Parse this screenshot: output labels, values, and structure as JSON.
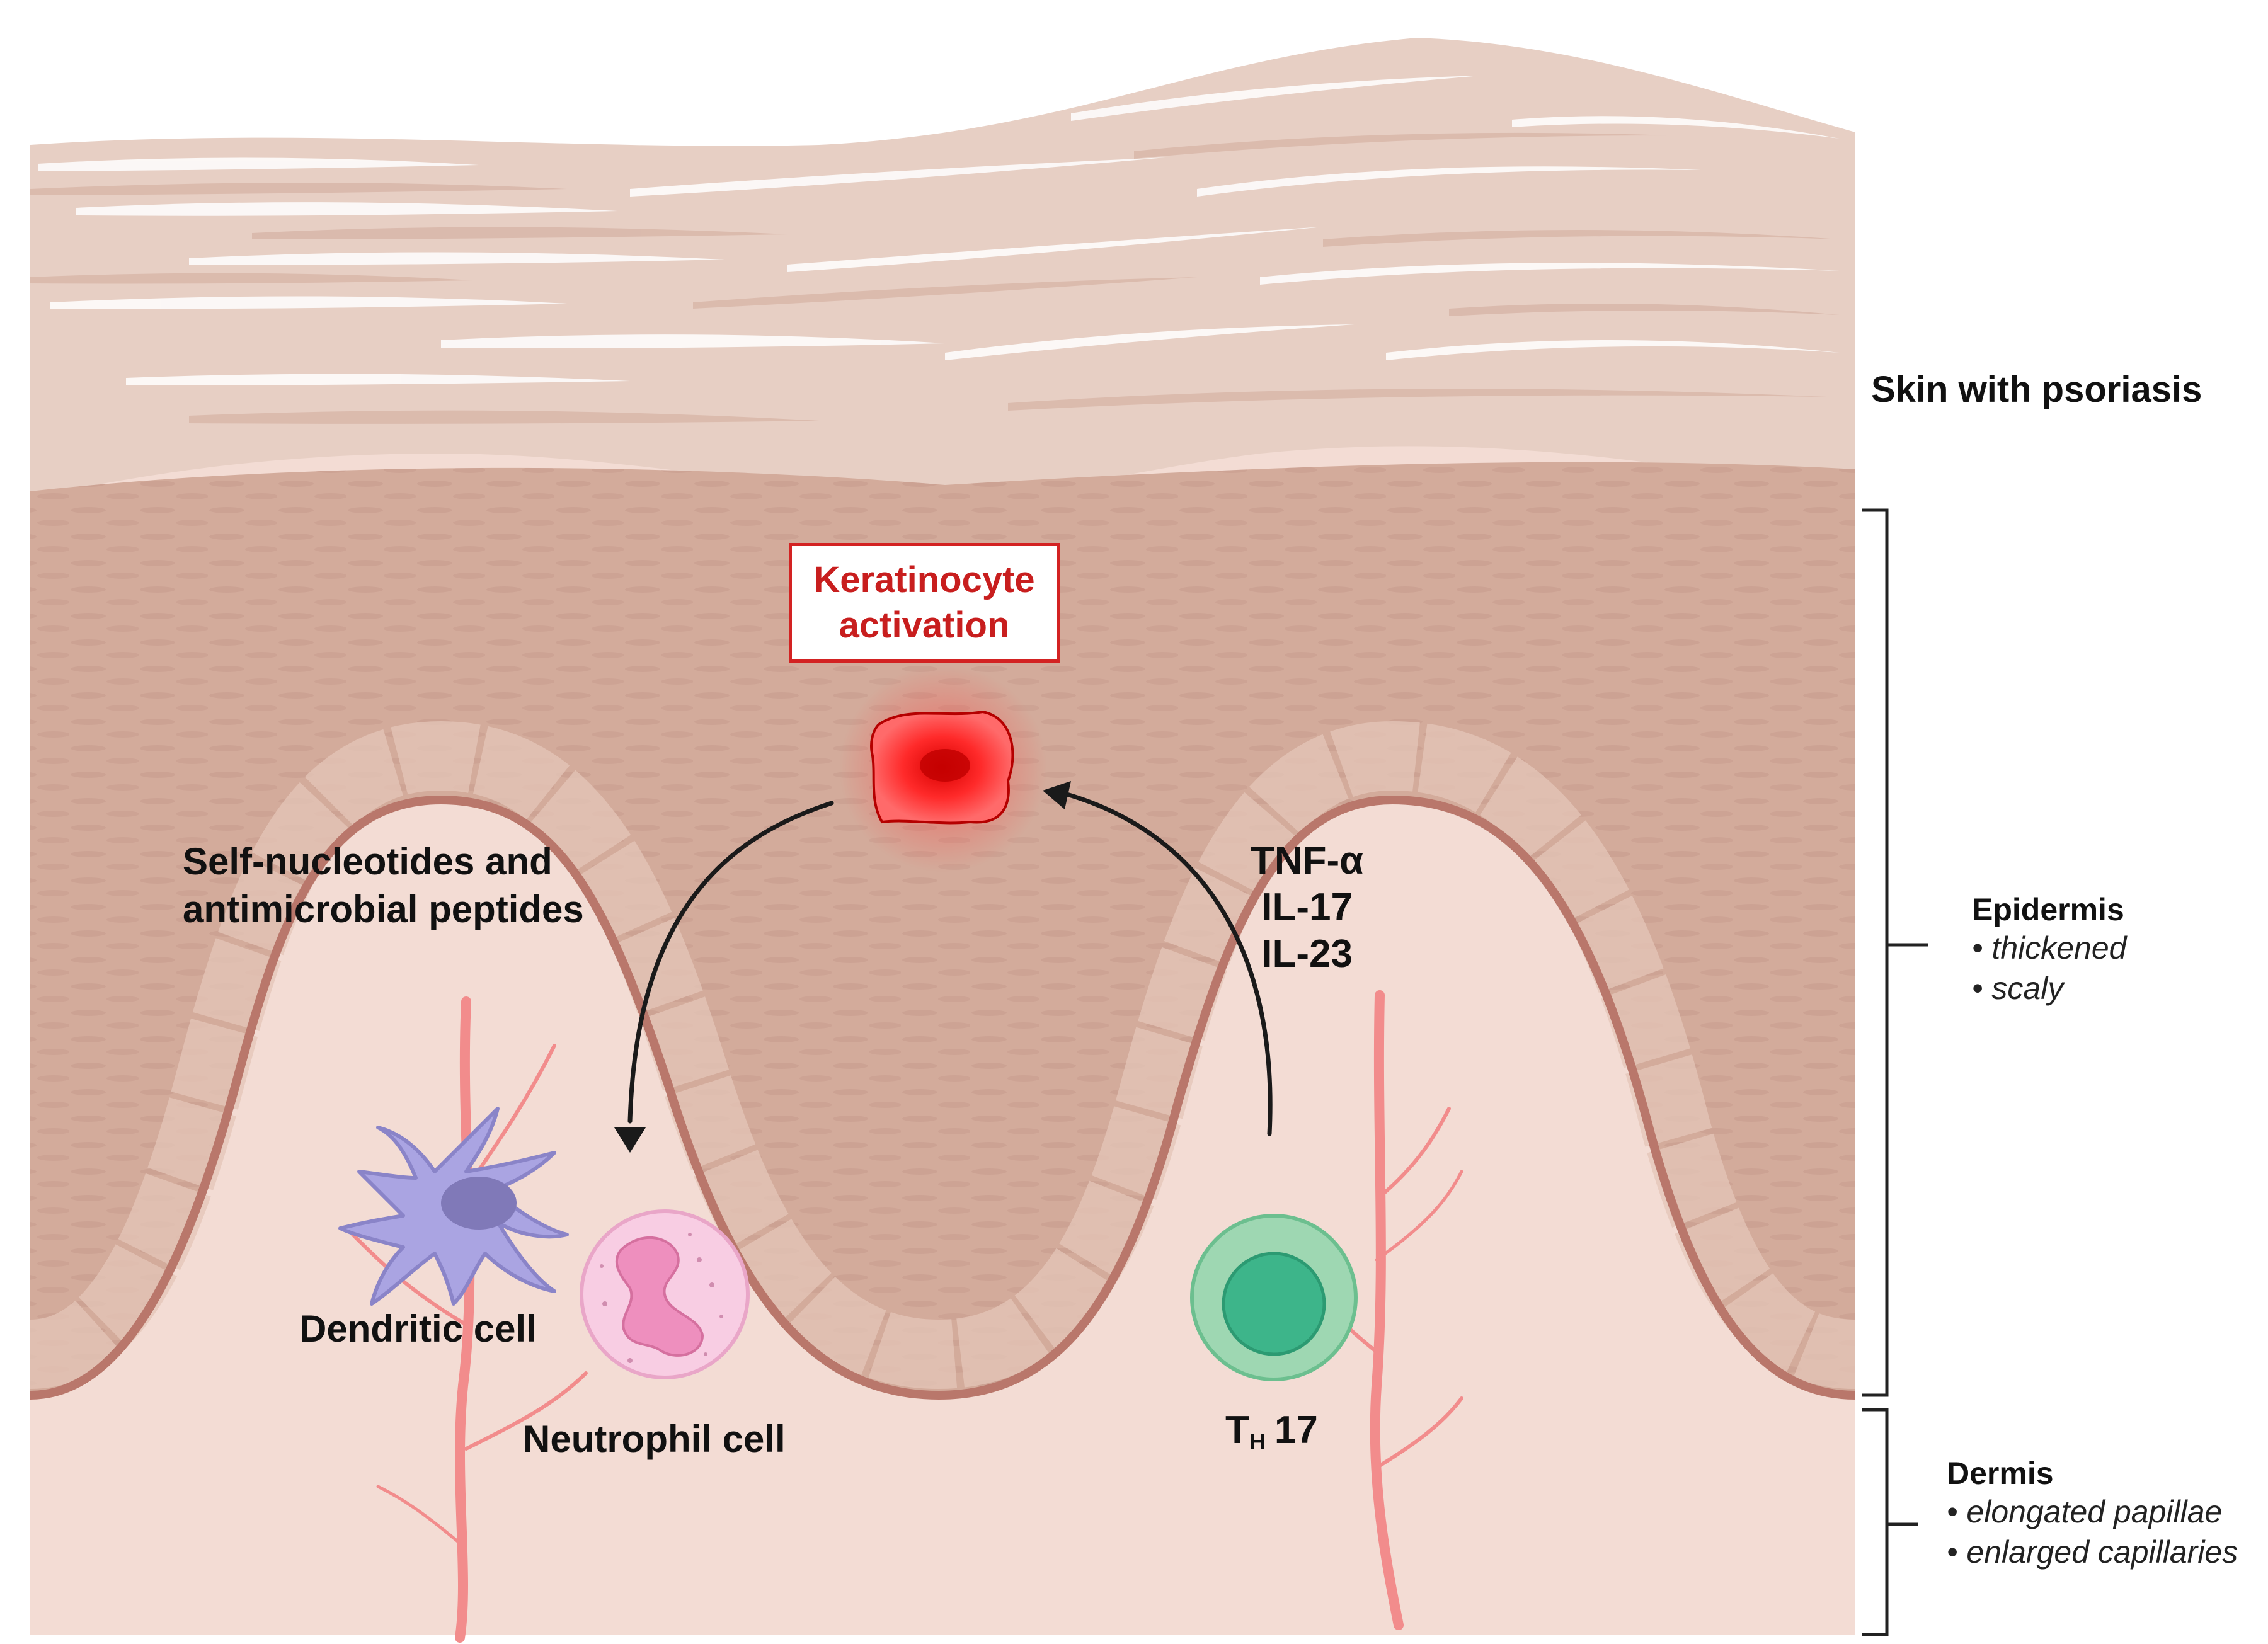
{
  "title": "Skin with psoriasis",
  "keratinocyte_box": {
    "line1": "Keratinocyte",
    "line2": "activation"
  },
  "left_label": {
    "line1": "Self-nucleotides and",
    "line2": "antimicrobial peptides"
  },
  "cytokines": [
    "TNF-α",
    "IL-17",
    "IL-23"
  ],
  "cells": {
    "dendritic": "Dendritic cell",
    "neutrophil": "Neutrophil cell",
    "th17_main": "T",
    "th17_sub": "H",
    "th17_num": "17"
  },
  "epidermis": {
    "heading": "Epidermis",
    "items": [
      "thickened",
      "scaly"
    ]
  },
  "dermis": {
    "heading": "Dermis",
    "items": [
      "elongated papillae",
      "enlarged capillaries"
    ]
  },
  "bullet": "•",
  "colors": {
    "stratum_corneum": "#e7cfc4",
    "epidermis": "#d3ab9b",
    "basal_line": "#b9776b",
    "dermis": "#f3dcd4",
    "capillary": "#f28c8c",
    "dendritic": "#aaa4e2",
    "dendritic_nucleus": "#8079b8",
    "neutrophil": "#f8cde3",
    "neutrophil_nucleus": "#ee8fbe",
    "th17": "#9ed7b2",
    "th17_nucleus": "#3db58a",
    "keratinocyte": "#ff2a2a",
    "box_border": "#d32222",
    "arrow": "#1a1a1a"
  }
}
